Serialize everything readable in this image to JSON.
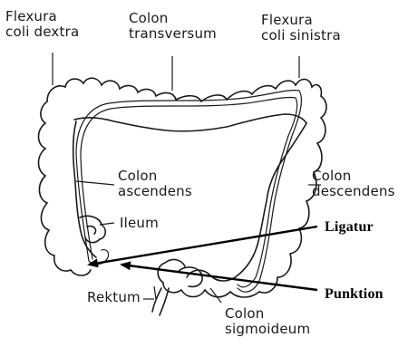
{
  "labels": {
    "flexura_dextra": [
      "Flexura",
      "coli dextra"
    ],
    "colon_transversum": [
      "Colon",
      "transversum"
    ],
    "flexura_sinistra": [
      "Flexura",
      "coli sinistra"
    ],
    "colon_ascendens": [
      "Colon",
      "ascendens"
    ],
    "ileum": "Ileum",
    "colon_descendens": [
      "Colon",
      "descendens"
    ],
    "ligatur": "Ligatur",
    "punktion": "Punktion",
    "rektum": "Rektum",
    "colon_sigmoideum": [
      "Colon",
      "sigmoideum"
    ]
  },
  "colors": {
    "ink": "#1a1a1a",
    "arrow": "#000000",
    "background": "#ffffff"
  }
}
